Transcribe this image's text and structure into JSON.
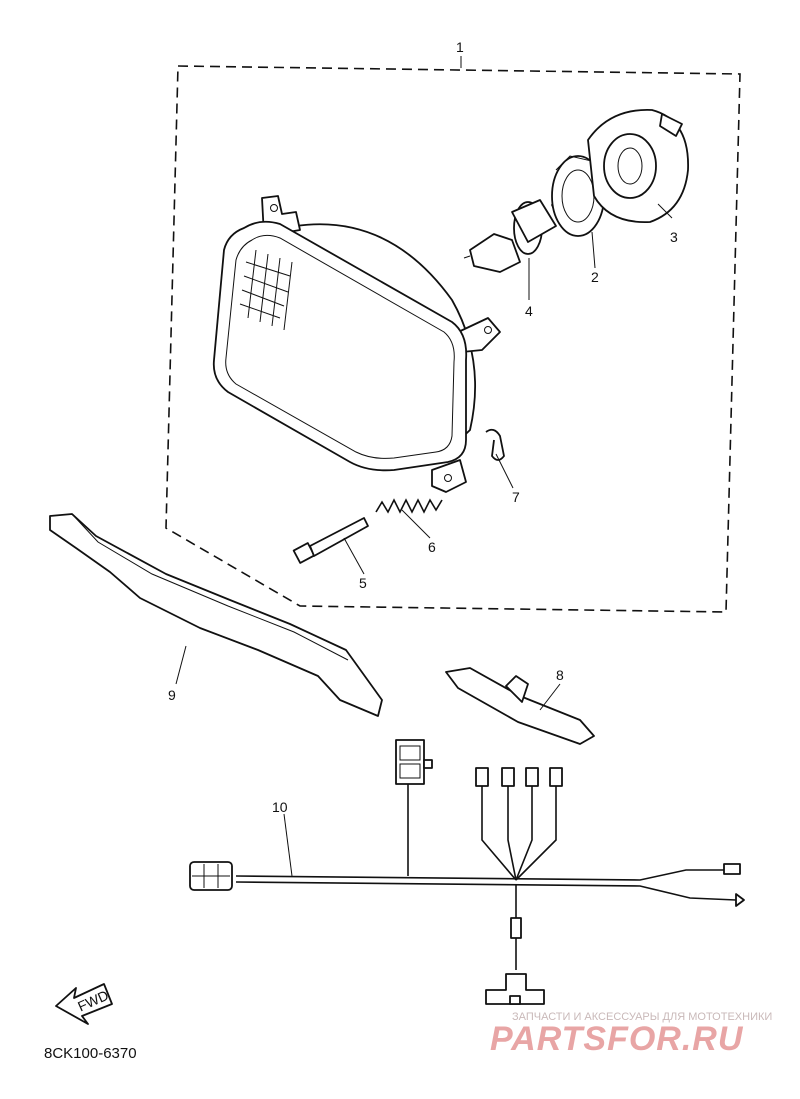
{
  "diagram": {
    "callouts": [
      "1",
      "2",
      "3",
      "4",
      "5",
      "6",
      "7",
      "8",
      "9",
      "10"
    ],
    "fwd_label": "FWD",
    "diagram_code": "8CK100-6370"
  },
  "watermark": {
    "tagline": "ЗАПЧАСТИ И АКСЕССУАРЫ ДЛЯ МОТОТЕХНИКИ",
    "brand": "PARTSFOR.RU",
    "color": "#e8a5a5"
  }
}
